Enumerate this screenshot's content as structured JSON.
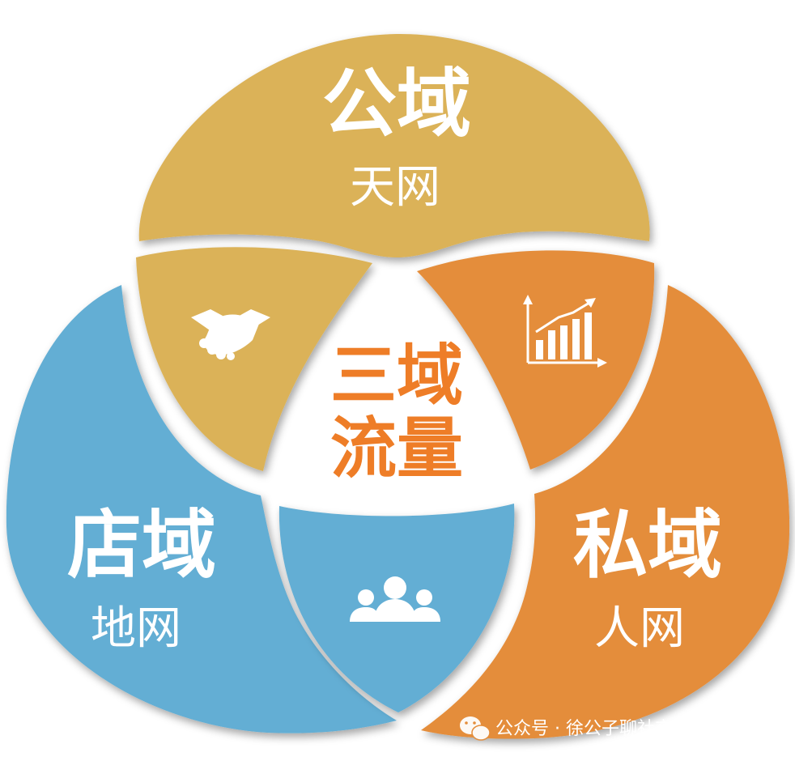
{
  "colors": {
    "public": "#dbb258",
    "private": "#e48d3a",
    "store": "#63aed4",
    "center_text": "#ee7d27",
    "background": "#ffffff"
  },
  "sections": {
    "public": {
      "title": "公域",
      "subtitle": "天网"
    },
    "store": {
      "title": "店域",
      "subtitle": "地网"
    },
    "private": {
      "title": "私域",
      "subtitle": "人网"
    }
  },
  "center": {
    "line1": "三域",
    "line2": "流量"
  },
  "icons": {
    "public_private_overlap": "bar-chart-icon",
    "public_store_overlap": "handshake-icon",
    "store_private_overlap": "group-users-icon",
    "watermark": "wechat-icon"
  },
  "watermark": {
    "text": "公众号 · 徐公子聊社交新商业"
  }
}
